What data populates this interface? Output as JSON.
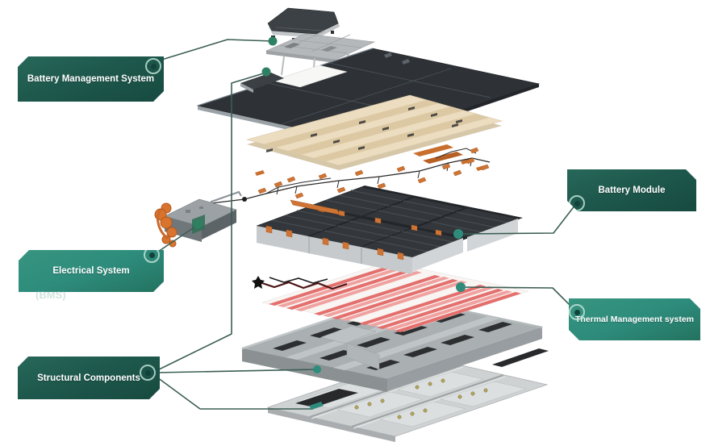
{
  "labels": {
    "battery_management_system": "Battery Management System",
    "battery_module": "Battery Module",
    "electrical_system": "Electrical System",
    "thermal_management_system": "Thermal Management system",
    "structural_components": "Structural Components"
  },
  "ghost_text": "(BMS)",
  "colors": {
    "label_dark_green": "#1E5A4E",
    "label_teal": "#2E8C7C",
    "leader_line": "#3B5E54",
    "connector_dot_green": "#2E8063",
    "connector_dot_teal": "#2F8C7C",
    "lid_dark": "#2E3236",
    "foam_beige": "#ECDCC0",
    "busbar_orange": "#CF7434",
    "cooling_red": "#E4706E",
    "frame_gray": "#AAB0B2",
    "tray_silver": "#CED2D3"
  },
  "layers": [
    "bms-cover",
    "bms-board",
    "top-cover-lid",
    "insulation-foam",
    "wiring-harness",
    "electrical-pdu",
    "battery-modules",
    "cooling-plates",
    "structural-frame",
    "bottom-tray"
  ]
}
